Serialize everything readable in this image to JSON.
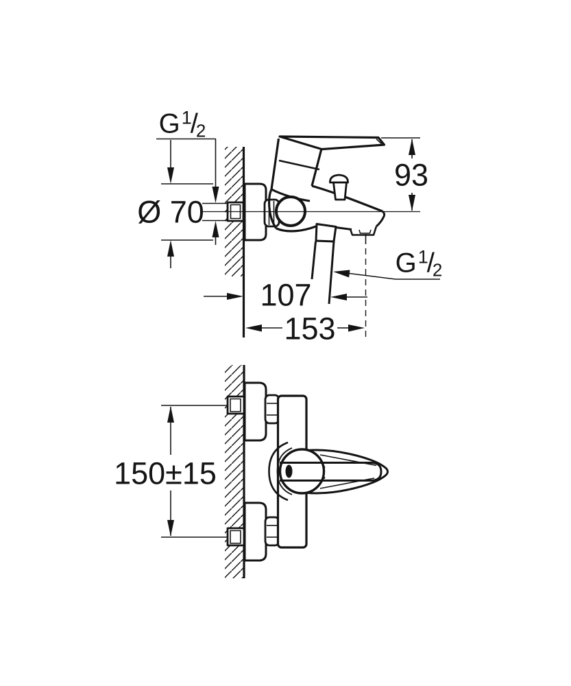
{
  "drawing": {
    "background_color": "#ffffff",
    "line_color": "#141414",
    "views": [
      {
        "id": "side-view",
        "description": "Side view: wall-mounted single-lever bath mixer with diverter knob, spout and hand-shower hose"
      },
      {
        "id": "front-view",
        "description": "Front view: mixer body on S-union wall connections with lever handle"
      }
    ],
    "labels": {
      "g_half": {
        "letter": "G",
        "numerator": "1",
        "slash": "/",
        "denominator": "2"
      },
      "escutcheon_diameter": "Ø 70",
      "lever_height": "93",
      "hose_offset": "107",
      "spout_reach": "153",
      "connection_distance": "150±15"
    }
  }
}
